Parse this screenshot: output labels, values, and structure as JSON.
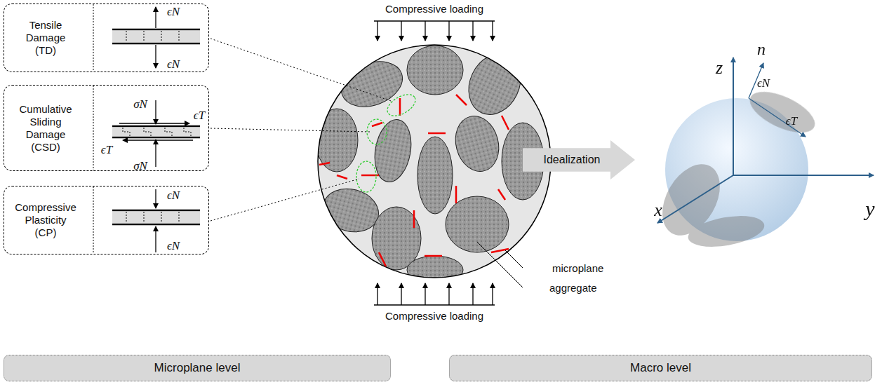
{
  "diagram": {
    "nodes": [
      {
        "text": [
          "Tensile Damage (TD)"
        ]
      },
      {
        "text": [
          "Cumulative Sliding Damage (CSD)"
        ]
      },
      {
        "text": [
          "Compressive Plasticity (CP)"
        ]
      },
      {
        "text": [
          "Idealization"
        ]
      },
      {
        "text": [
          "Microplane level"
        ]
      },
      {
        "text": [
          "Macro level"
        ]
      }
    ],
    "labels": [
      "ϵN",
      "ϵN",
      "σN",
      "ϵT",
      "ϵT",
      "σN",
      "ϵN",
      "ϵN",
      "Compressive loading",
      "Compressive loading",
      "microplane",
      "aggregate",
      "z",
      "y",
      "x",
      "n",
      "ϵN",
      "ϵT"
    ]
  }
}
